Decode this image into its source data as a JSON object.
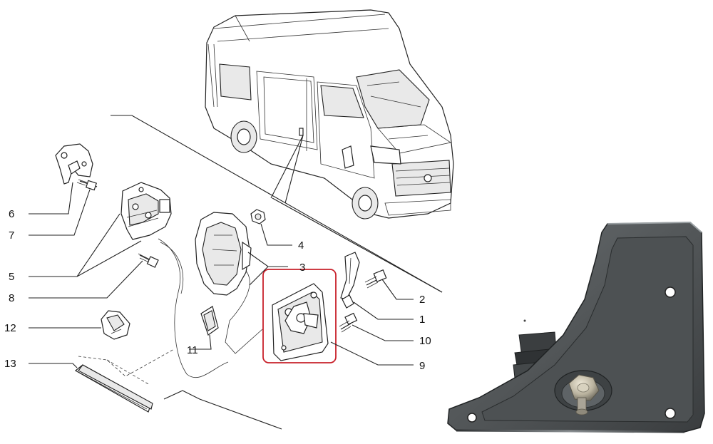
{
  "colors": {
    "line": "#222222",
    "highlight": "#c8202a",
    "photo_panel": "#55595b",
    "photo_panel_dark": "#2f3234",
    "photo_panel_light": "#8a8f92"
  },
  "callouts": [
    {
      "id": "6",
      "label": "6"
    },
    {
      "id": "7",
      "label": "7"
    },
    {
      "id": "5",
      "label": "5"
    },
    {
      "id": "8",
      "label": "8"
    },
    {
      "id": "12",
      "label": "12"
    },
    {
      "id": "13",
      "label": "13"
    },
    {
      "id": "11",
      "label": "11"
    },
    {
      "id": "4",
      "label": "4"
    },
    {
      "id": "3",
      "label": "3"
    },
    {
      "id": "2",
      "label": "2"
    },
    {
      "id": "1",
      "label": "1"
    },
    {
      "id": "10",
      "label": "10"
    },
    {
      "id": "9",
      "label": "9"
    }
  ]
}
